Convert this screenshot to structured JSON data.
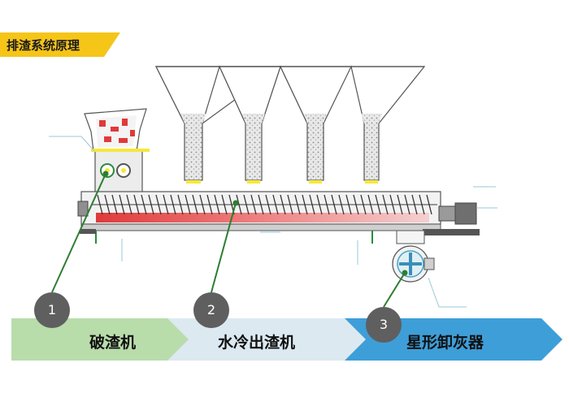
{
  "title": "排渣系统原理",
  "steps": [
    {
      "number": "1",
      "label": "破渣机"
    },
    {
      "number": "2",
      "label": "水冷出渣机"
    },
    {
      "number": "3",
      "label": "星形卸灰器"
    }
  ],
  "colors": {
    "banner": "#f5c518",
    "arrow_green": "#b9dcab",
    "arrow_lightblue": "#dce9f1",
    "arrow_blue": "#3e9ed8",
    "circle": "#5f5f5f",
    "leader_line": "#2e7d32",
    "hot_slag": "#e03a3a"
  }
}
